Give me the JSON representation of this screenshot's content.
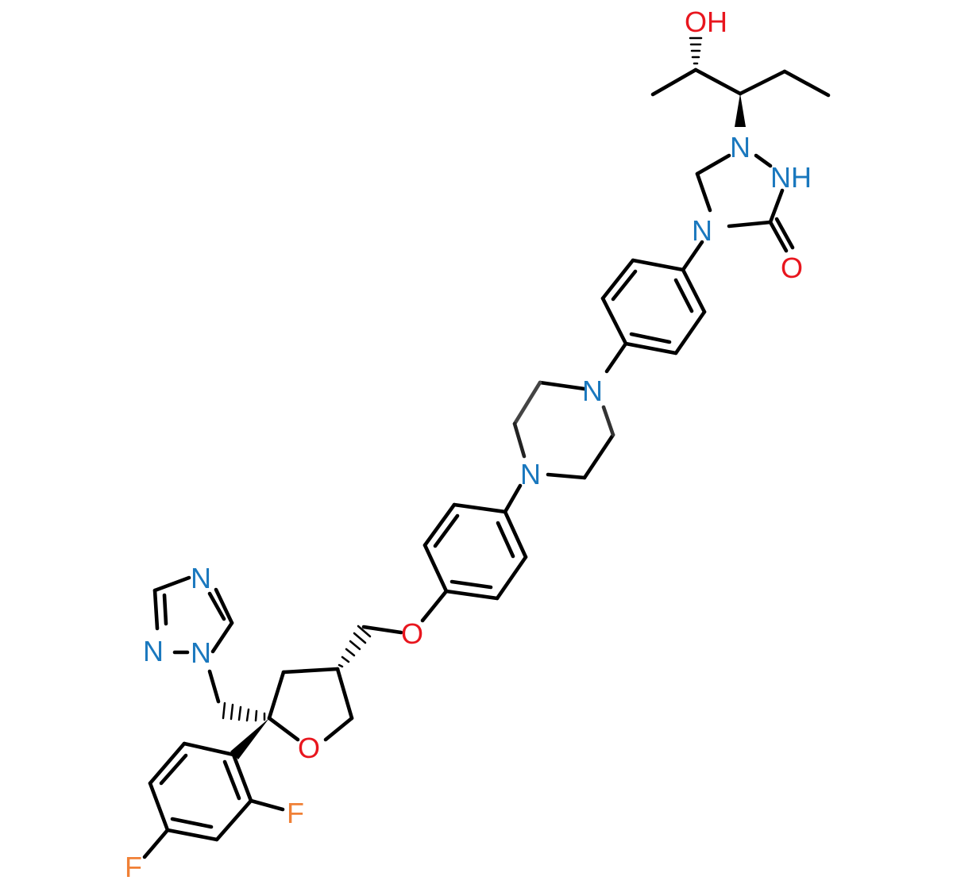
{
  "colors": {
    "bond": "#000000",
    "nitrogen": "#1a78be",
    "oxygen": "#e8161e",
    "fluorine": "#f08036",
    "background": "#ffffff"
  },
  "atoms": {
    "oh": "OH",
    "n_triazolone_1": "N",
    "nh_triazolone": "NH",
    "n_triazolone_4": "N",
    "o_carbonyl": "O",
    "n_piperazine_top": "N",
    "n_piperazine_bottom": "N",
    "o_ether": "O",
    "n_triazole_top": "N",
    "n_triazole_left": "N",
    "n_triazole_1": "N",
    "o_thf": "O",
    "f_ortho": "F",
    "f_para": "F"
  }
}
